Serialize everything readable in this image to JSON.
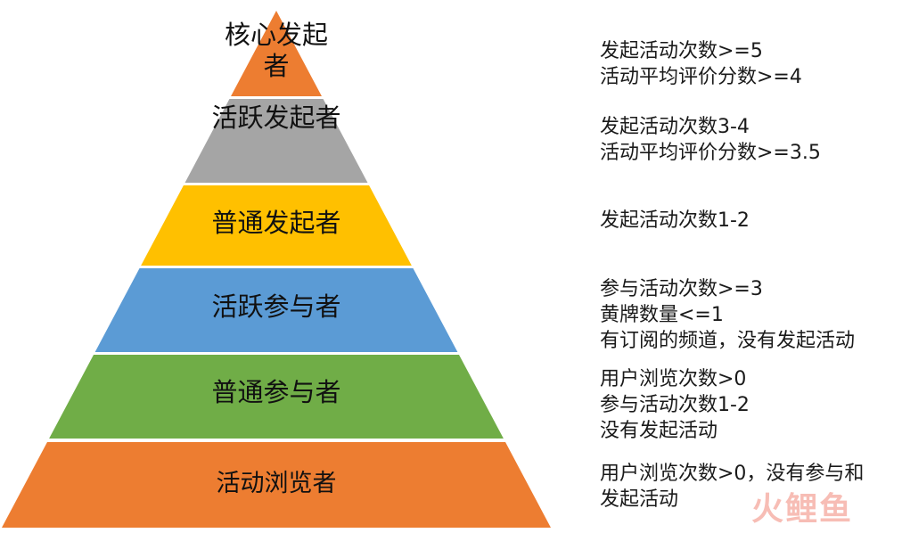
{
  "pyramid": {
    "levels": [
      {
        "label": "核心发起者",
        "color": "#ED7D31"
      },
      {
        "label": "活跃发起者",
        "color": "#A5A5A5"
      },
      {
        "label": "普通发起者",
        "color": "#FFC000"
      },
      {
        "label": "活跃参与者",
        "color": "#5B9BD5"
      },
      {
        "label": "普通参与者",
        "color": "#70AD47"
      },
      {
        "label": "活动浏览者",
        "color": "#ED7D31"
      }
    ]
  },
  "criteria": [
    {
      "lines": [
        "发起活动次数>=5",
        "活动平均评价分数>=4"
      ]
    },
    {
      "lines": [
        "发起活动次数3-4",
        "活动平均评价分数>=3.5"
      ]
    },
    {
      "lines": [
        "发起活动次数1-2"
      ]
    },
    {
      "lines": [
        "参与活动次数>=3",
        "黄牌数量<=1",
        "有订阅的频道，没有发起活动"
      ]
    },
    {
      "lines": [
        "用户浏览次数>0",
        "参与活动次数1-2",
        "没有发起活动"
      ]
    },
    {
      "lines": [
        "用户浏览次数>0，没有参与和",
        "发起活动"
      ]
    }
  ],
  "watermark": {
    "text": "火鲤鱼"
  }
}
